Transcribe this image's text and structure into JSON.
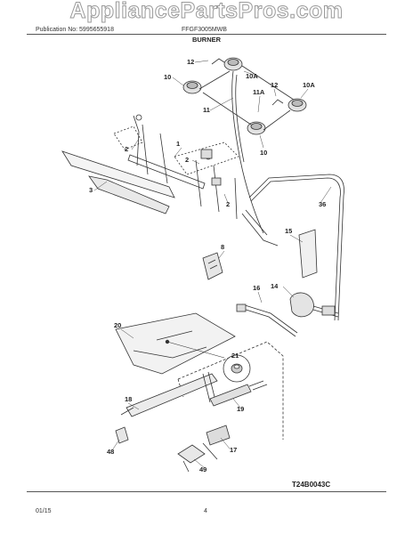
{
  "watermark": "AppliancePartsPros.com",
  "header": {
    "publication": "Publication No: 5995655918",
    "model": "FFGF3005MWB",
    "section_title": "BURNER"
  },
  "diagram": {
    "callouts": [
      "12",
      "10A",
      "10",
      "12",
      "10A",
      "11A",
      "11",
      "10",
      "1",
      "2",
      "2",
      "2",
      "3",
      "36",
      "15",
      "8",
      "16",
      "14",
      "20",
      "21",
      "18",
      "19",
      "48",
      "17",
      "49"
    ],
    "drawing_code": "T24B0043C"
  },
  "footer": {
    "date": "01/15",
    "page_number": "4"
  }
}
